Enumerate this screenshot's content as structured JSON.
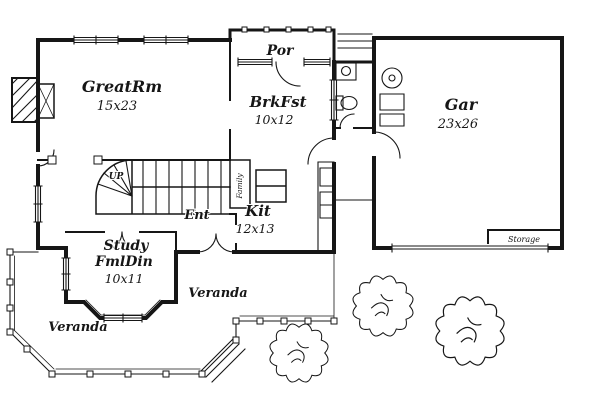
{
  "plan": {
    "labels": {
      "great_room": "GreatRm",
      "great_room_size": "15x23",
      "porch": "Por",
      "breakfast": "BrkFst",
      "breakfast_size": "10x12",
      "garage": "Gar",
      "garage_size": "23x26",
      "up": "UP",
      "family": "Family",
      "entry": "Ent",
      "kitchen": "Kit",
      "kitchen_size": "12x13",
      "study": "Study",
      "formal_dining": "FmlDin",
      "dining_size": "10x11",
      "veranda_left": "Veranda",
      "veranda_front": "Veranda",
      "storage": "Storage"
    },
    "colors": {
      "ink": "#161616",
      "paper": "#ffffff"
    }
  }
}
